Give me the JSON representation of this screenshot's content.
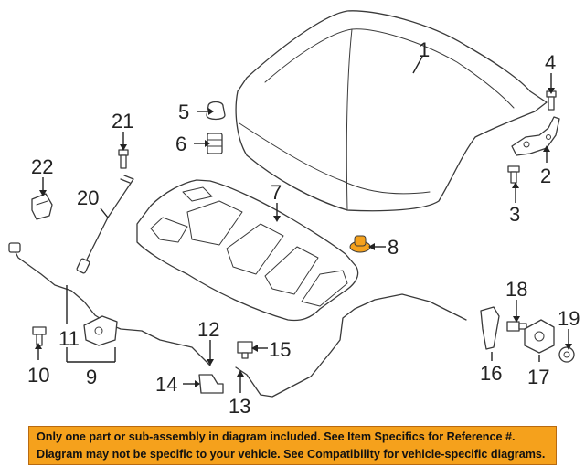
{
  "diagram": {
    "highlight_color": "#f5a11c",
    "callouts": {
      "c1": "1",
      "c2": "2",
      "c3": "3",
      "c4": "4",
      "c5": "5",
      "c6": "6",
      "c7": "7",
      "c8": "8",
      "c9": "9",
      "c10": "10",
      "c11": "11",
      "c12": "12",
      "c13": "13",
      "c14": "14",
      "c15": "15",
      "c16": "16",
      "c17": "17",
      "c18": "18",
      "c19": "19",
      "c20": "20",
      "c21": "21",
      "c22": "22"
    }
  },
  "disclaimer": {
    "background": "#f5a11c",
    "line1": "Only one part or sub-assembly in diagram included. See Item Specifics for Reference #.",
    "line2": "Diagram may not be specific to your vehicle. See Compatibility for vehicle-specific diagrams."
  }
}
